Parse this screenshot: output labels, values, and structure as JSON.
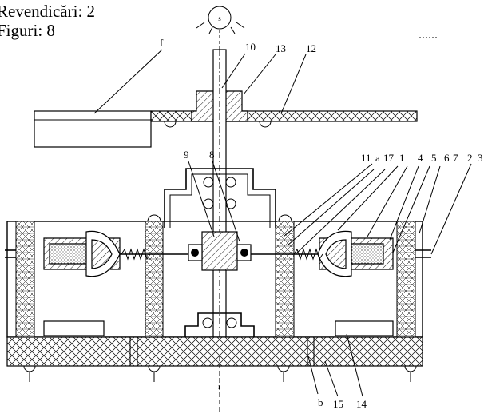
{
  "header": {
    "claims": "Revendicări: 2",
    "figures": "Figuri: 8"
  },
  "labels": {
    "sensor": "s",
    "f": "f",
    "n10": "10",
    "n13": "13",
    "n12": "12",
    "n9": "9",
    "n8": "8",
    "n11": "11",
    "a": "a",
    "n17": "17",
    "n1": "1",
    "n4": "4",
    "n5": "5",
    "n6": "6",
    "n7": "7",
    "n2": "2",
    "n3": "3",
    "b": "b",
    "n15": "15",
    "n14": "14"
  }
}
